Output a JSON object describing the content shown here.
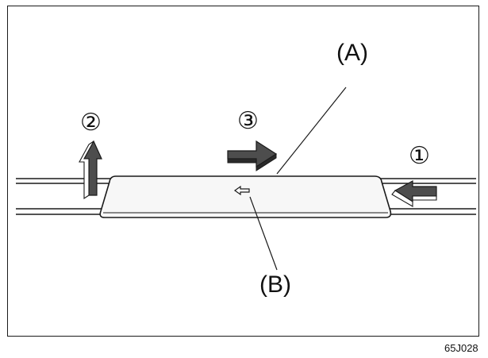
{
  "labels": {
    "part_a": "(A)",
    "part_b": "(B)",
    "step_1": "①",
    "step_2": "②",
    "step_3": "③"
  },
  "figure_code": "65J028"
}
